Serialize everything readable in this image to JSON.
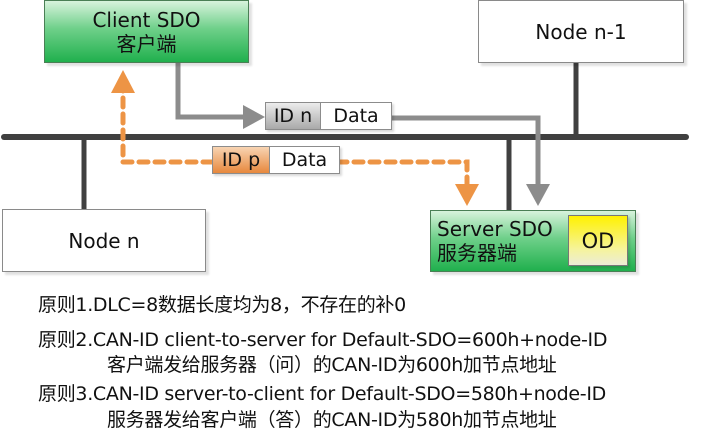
{
  "diagram": {
    "nodes": {
      "client_sdo": {
        "title": "Client SDO",
        "subtitle": "客户端"
      },
      "node_n_minus_1": {
        "title": "Node n-1"
      },
      "node_n": {
        "title": "Node n"
      },
      "server_sdo": {
        "title": "Server SDO",
        "subtitle": "服务器端",
        "od_label": "OD"
      }
    },
    "packets": {
      "request": {
        "id_label": "ID n",
        "data_label": "Data"
      },
      "response": {
        "id_label": "ID p",
        "data_label": "Data"
      }
    },
    "colors": {
      "bus": "#404040",
      "request_arrow": "#8c8c8c",
      "response_arrow": "#ed9445",
      "sdo_green": "#20b04d",
      "od_yellow": "#fff200"
    }
  },
  "rules": [
    {
      "line": "原则1.DLC=8数据长度均为8，不存在的补0"
    },
    {
      "line": "原则2.CAN-ID client-to-server for Default-SDO=600h+node-ID",
      "detail": "客户端发给服务器（问）的CAN-ID为600h加节点地址"
    },
    {
      "line": "原则3.CAN-ID server-to-client for Default-SDO=580h+node-ID",
      "detail": "服务器发给客户端（答）的CAN-ID为580h加节点地址"
    }
  ]
}
